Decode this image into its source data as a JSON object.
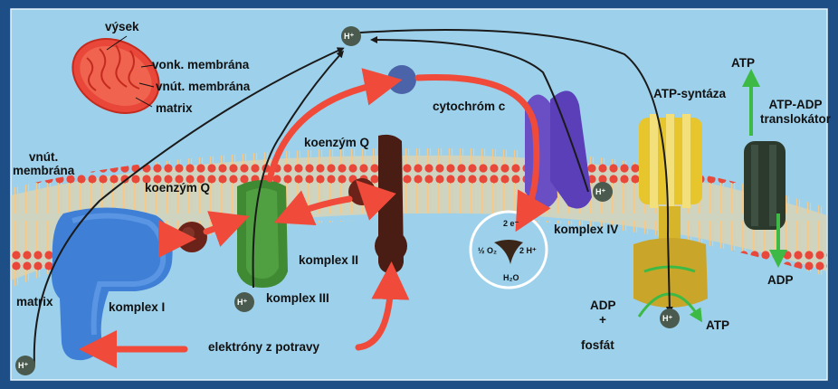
{
  "labels": {
    "mito_cristae": "výsek",
    "mito_outer": "vonk. membrána",
    "mito_inner": "vnút. membrána",
    "mito_matrix": "matrix",
    "inner_membrane": "vnút. membrána",
    "matrix": "matrix",
    "coenzyme_q_left": "koenzým Q",
    "coenzyme_q_mid": "koenzým Q",
    "cytochrome_c": "cytochróm c",
    "complex_1": "komplex I",
    "complex_2": "komplex II",
    "complex_3": "komplex III",
    "complex_4": "komplex IV",
    "atp_synthase": "ATP-syntáza",
    "atp_adp_translocator_line1": "ATP-ADP",
    "atp_adp_translocator_line2": "translokátor",
    "atp_top": "ATP",
    "adp_right": "ADP",
    "adp_left": "ADP",
    "plus": "+",
    "phosphate": "fosfát",
    "atp_bottom": "ATP",
    "electrons_from_food": "elektróny z potravy"
  },
  "reaction": {
    "electrons": "2 e⁻",
    "oxygen": "½ O₂",
    "protons": "2 H⁺",
    "water": "H₂O"
  },
  "proton": "H⁺",
  "colors": {
    "background": "#1d4f86",
    "panel": "#9dd0ea",
    "membrane_head": "#e8473a",
    "complex_1": "#3f7fd6",
    "complex_3": "#3f8a33",
    "complex_2": "#4a1d14",
    "complex_4": "#6a4fc4",
    "atp_synthase": "#e7c52c",
    "translocator": "#2c3a2e",
    "electron_arrow": "#ef4a3a",
    "proton_arrow": "#1a1a1a"
  }
}
